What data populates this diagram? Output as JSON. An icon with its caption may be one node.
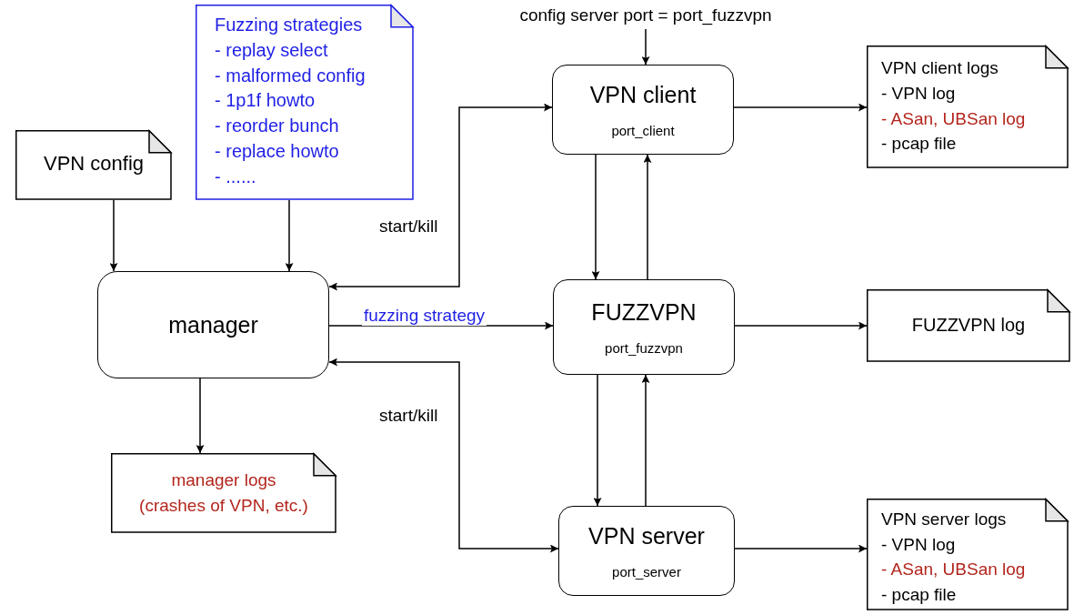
{
  "diagram": {
    "nodes": [
      {
        "text": [
          "Fuzzing strategies",
          "- replay select",
          "- malformed config",
          "- 1p1f howto",
          "- reorder bunch",
          "- replace howto",
          "- ......"
        ]
      },
      {
        "text": [
          "config server port = port_fuzzvpn"
        ]
      },
      {
        "text": [
          "VPN client",
          "port_client"
        ]
      },
      {
        "text": [
          "VPN client logs",
          "- VPN log",
          "- ASan, UBSan log",
          "- pcap file"
        ]
      },
      {
        "text": [
          "VPN config"
        ]
      },
      {
        "text": [
          "manager"
        ]
      },
      {
        "text": [
          "FUZZVPN",
          "port_fuzzvpn"
        ]
      },
      {
        "text": [
          "FUZZVPN log"
        ]
      },
      {
        "text": [
          "manager logs",
          "(crashes of VPN, etc.)"
        ]
      },
      {
        "text": [
          "VPN server",
          "port_server"
        ]
      },
      {
        "text": [
          "VPN server logs",
          "- VPN log",
          "- ASan, UBSan log",
          "- pcap file"
        ]
      }
    ],
    "edges": [
      {
        "from": 4,
        "to": 5,
        "arrow": "to"
      },
      {
        "from": 0,
        "to": 5,
        "arrow": "to"
      },
      {
        "from": 1,
        "to": 2,
        "arrow": "to"
      },
      {
        "from": 5,
        "to": 2,
        "arrow": "both",
        "label": "start/kill"
      },
      {
        "from": 5,
        "to": 6,
        "arrow": "to",
        "label": "fuzzing strategy"
      },
      {
        "from": 5,
        "to": 9,
        "arrow": "both",
        "label": "start/kill"
      },
      {
        "from": 5,
        "to": 8,
        "arrow": "to"
      },
      {
        "from": 2,
        "to": 6,
        "arrow": "to"
      },
      {
        "from": 6,
        "to": 2,
        "arrow": "to"
      },
      {
        "from": 6,
        "to": 9,
        "arrow": "to"
      },
      {
        "from": 9,
        "to": 6,
        "arrow": "to"
      },
      {
        "from": 2,
        "to": 3,
        "arrow": "to"
      },
      {
        "from": 6,
        "to": 7,
        "arrow": "to"
      },
      {
        "from": 9,
        "to": 10,
        "arrow": "to"
      }
    ]
  }
}
